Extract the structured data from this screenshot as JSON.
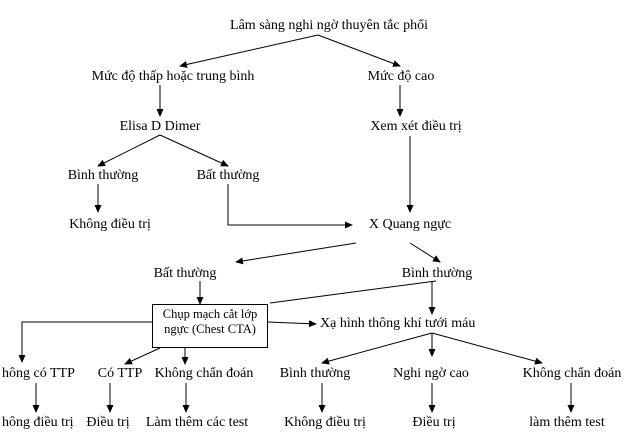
{
  "diagram": {
    "root": "Lâm sàng nghi ngờ thuyên tắc phổi",
    "low_mid": "Mức độ thấp hoặc trung bình",
    "high": "Mức độ cao",
    "elisa": "Elisa D Dimer",
    "consider_treat": "Xem xét điều trị",
    "normal_1": "Bình thường",
    "abnormal_1": "Bất thường",
    "no_treat_1": "Không điều trị",
    "xray": "X Quang ngực",
    "abnormal_2": "Bất thường",
    "normal_2": "Bình thường",
    "ct_line1": "Chụp mạch cắt lớp",
    "ct_line2": "ngực (Chest CTA)",
    "vq_scan": "Xạ hình thông khí tưới máu",
    "no_ttp": "hông có TTP",
    "has_ttp": "Có TTP",
    "no_dx_1": "Không chẩn đoán",
    "normal_3": "Bình thường",
    "suspect_high": "Nghi ngờ cao",
    "no_dx_2": "Không chẩn đoán",
    "no_treat_2": "hông điều trị",
    "treat_1": "Điều trị",
    "more_tests_1": "Làm thêm các test",
    "no_treat_3": "Không điều trị",
    "treat_2": "Điều trị",
    "more_tests_2": "làm thêm test"
  }
}
